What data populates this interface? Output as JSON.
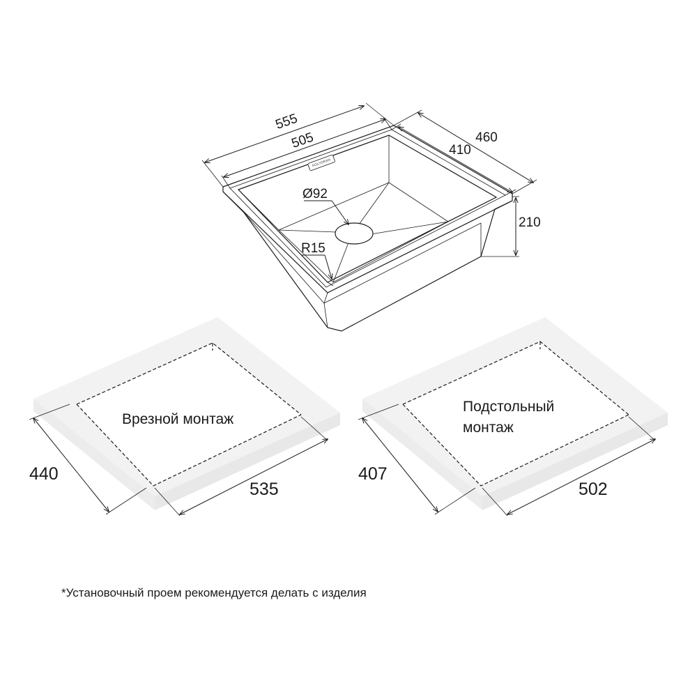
{
  "sink": {
    "dim_outer_width": "555",
    "dim_inner_width": "505",
    "dim_outer_depth": "460",
    "dim_inner_depth": "410",
    "dim_height": "210",
    "dim_drain": "Ø92",
    "dim_radius": "R15",
    "brand": "POLYGRAN"
  },
  "cutout_top_mount": {
    "label": "Врезной монтаж",
    "dim_depth": "440",
    "dim_width": "535"
  },
  "cutout_undermount": {
    "label_line1": "Подстольный",
    "label_line2": "монтаж",
    "dim_depth": "407",
    "dim_width": "502"
  },
  "footnote": "*Установочный проем рекомендуется делать с изделия",
  "colors": {
    "line": "#1a1a1a",
    "slab_fill": "#f2f2f2",
    "slab_edge": "#e4e4e4",
    "background": "#ffffff"
  }
}
